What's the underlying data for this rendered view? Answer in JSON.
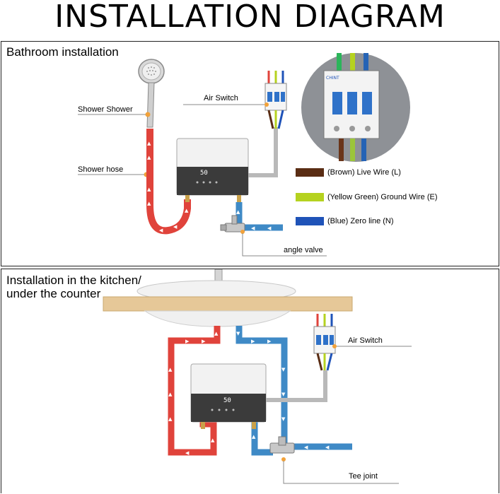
{
  "title": "INSTALLATION DIAGRAM",
  "bathroom": {
    "heading": "Bathroom installation",
    "labels": {
      "shower": "Shower Shower",
      "hose": "Shower hose",
      "air_switch": "Air Switch",
      "angle_valve": "angle valve"
    },
    "legend": [
      {
        "text": "(Brown) Live Wire (L)",
        "color": "#5a2d14"
      },
      {
        "text": "(Yellow Green) Ground Wire (E)",
        "color": "#b5d21f"
      },
      {
        "text": "(Blue) Zero line (N)",
        "color": "#1f53b8"
      }
    ],
    "breaker_brand": "CHINT",
    "display_text": "50"
  },
  "kitchen": {
    "heading_line1": "Installation in the kitchen/",
    "heading_line2": "under the counter",
    "labels": {
      "air_switch": "Air Switch",
      "tee_joint": "Tee joint"
    },
    "display_text": "50"
  },
  "colors": {
    "hot_pipe": "#e0433b",
    "cold_pipe": "#3f8ac6",
    "wire_grey": "#b9b9b9",
    "panel_bg": "#ffffff"
  }
}
